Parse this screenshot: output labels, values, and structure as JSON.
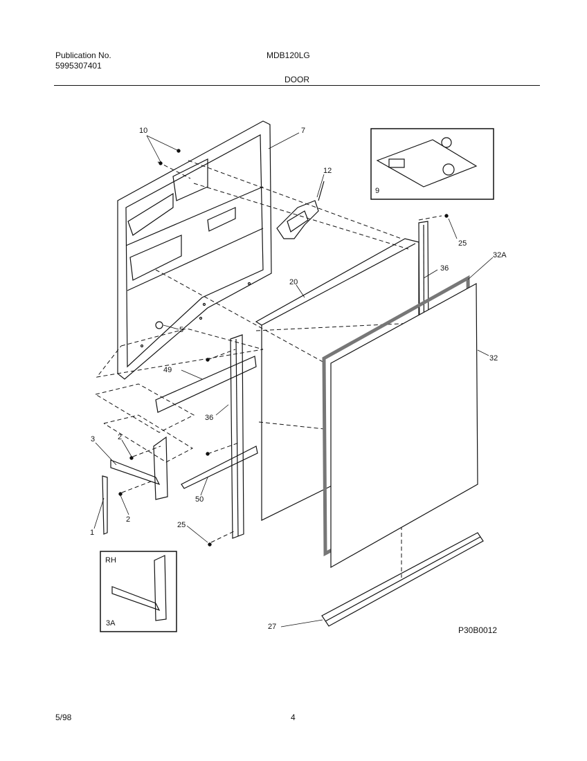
{
  "header": {
    "publication_label": "Publication No.",
    "publication_number": "5995307401",
    "model": "MDB120LG",
    "section": "DOOR"
  },
  "footer": {
    "date": "5/98",
    "page": "4"
  },
  "diagram": {
    "code": "P30B0012",
    "callouts": [
      "10",
      "7",
      "12",
      "9",
      "25",
      "32A",
      "36",
      "20",
      "5",
      "32",
      "49",
      "36",
      "3",
      "2",
      "2",
      "1",
      "50",
      "25",
      "27"
    ],
    "inset": {
      "side": "RH",
      "part": "3A"
    }
  }
}
